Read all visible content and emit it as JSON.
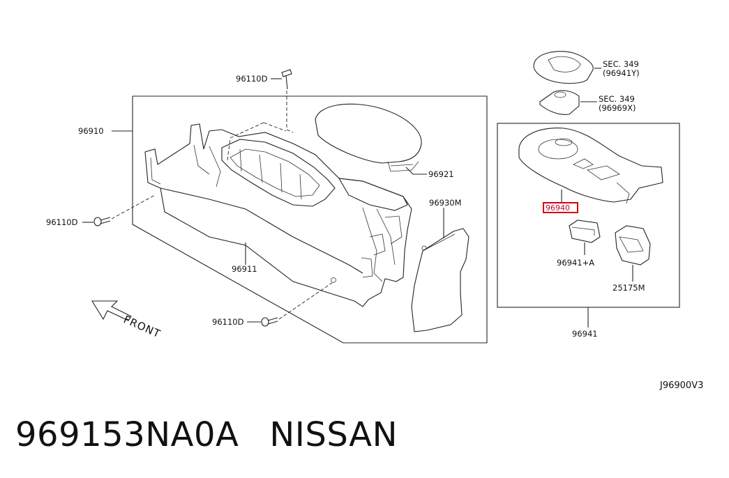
{
  "diagram": {
    "code": "J96900V3",
    "front_label": "FRONT",
    "labels": {
      "screw_top": "96110D",
      "screw_left": "96110D",
      "screw_bottom": "96110D",
      "console_body": "96910",
      "console_side": "96911",
      "lid": "96921",
      "side_panel": "96930M",
      "sec_upper_line1": "SEC. 349",
      "sec_upper_line2": "(96941Y)",
      "sec_lower_line1": "SEC. 349",
      "sec_lower_line2": "(96969X)",
      "highlighted_part": "96940",
      "switch_a": "96941+A",
      "switch_b": "25175M",
      "finisher_assembly": "96941"
    },
    "highlight_color": "#d0001a"
  },
  "footer": {
    "part_number": "969153NA0A",
    "brand": "NISSAN"
  }
}
